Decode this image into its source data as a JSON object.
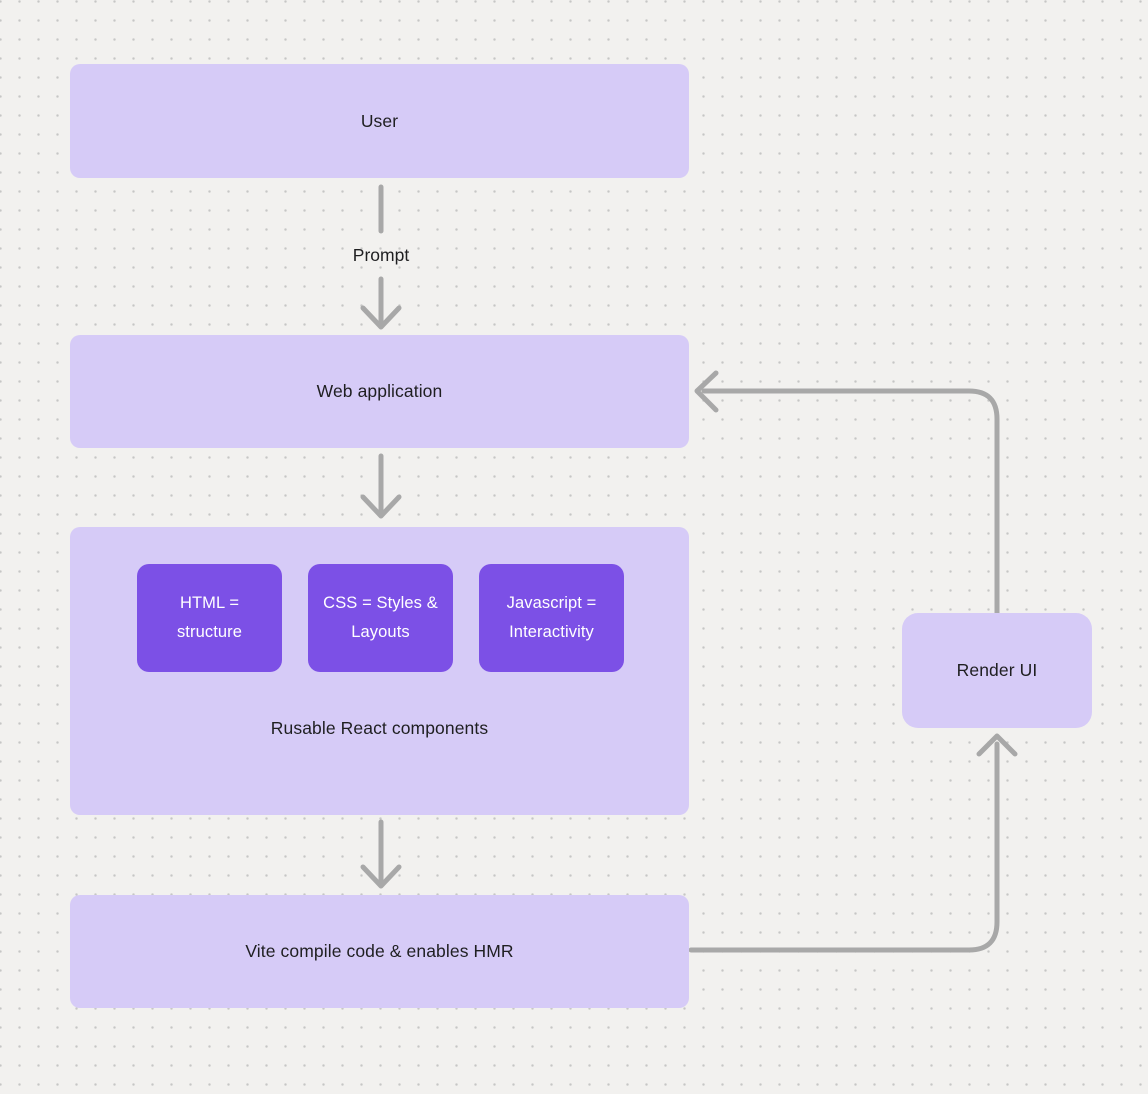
{
  "colors": {
    "background": "#f2f1ef",
    "grid_dot": "#c6c6c5",
    "node_fill": "#d6cbf7",
    "chip_fill": "#7c50e6",
    "chip_text": "#ffffff",
    "label_text": "#1f1f21",
    "connector": "#a8a8a8"
  },
  "nodes": {
    "user": {
      "label": "User"
    },
    "web_application": {
      "label": "Web application"
    },
    "components_group": {
      "caption": "Rusable React components",
      "chips": [
        {
          "label": "HTML = structure"
        },
        {
          "label": "CSS = Styles & Layouts"
        },
        {
          "label": "Javascript = Interactivity"
        }
      ]
    },
    "vite": {
      "label": "Vite compile code & enables HMR"
    },
    "render_ui": {
      "label": "Render UI"
    }
  },
  "connectors": {
    "prompt_label": "Prompt"
  }
}
